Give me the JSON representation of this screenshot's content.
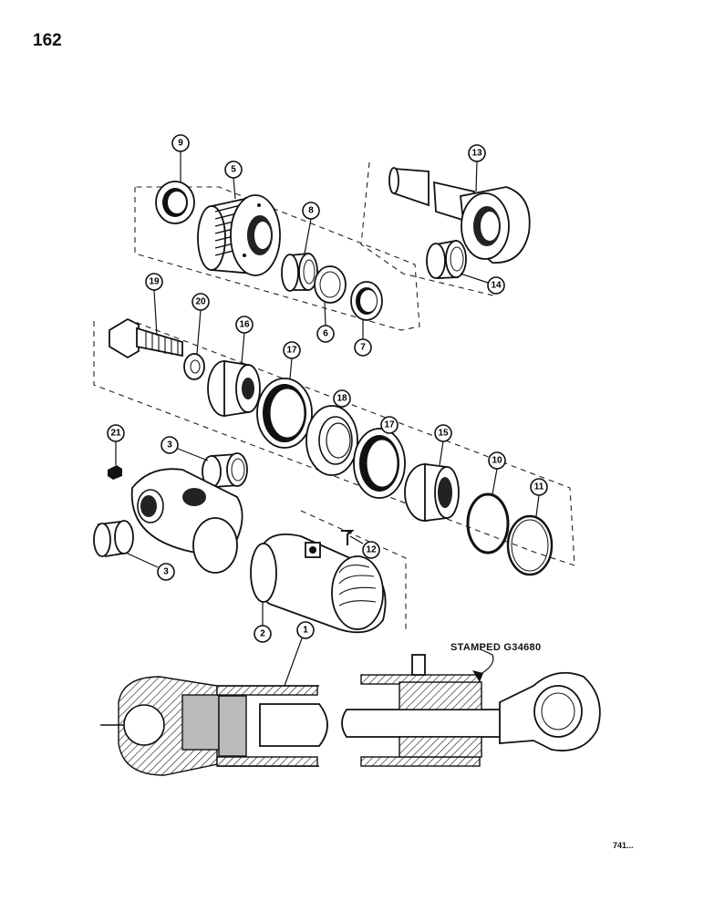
{
  "page_number": "162",
  "stamp_label": "STAMPED G34680",
  "reference_code": "741...",
  "callouts": [
    "9",
    "5",
    "8",
    "13",
    "6",
    "7",
    "14",
    "19",
    "20",
    "16",
    "17",
    "18",
    "17",
    "15",
    "21",
    "3",
    "10",
    "11",
    "3",
    "12",
    "2",
    "1"
  ]
}
